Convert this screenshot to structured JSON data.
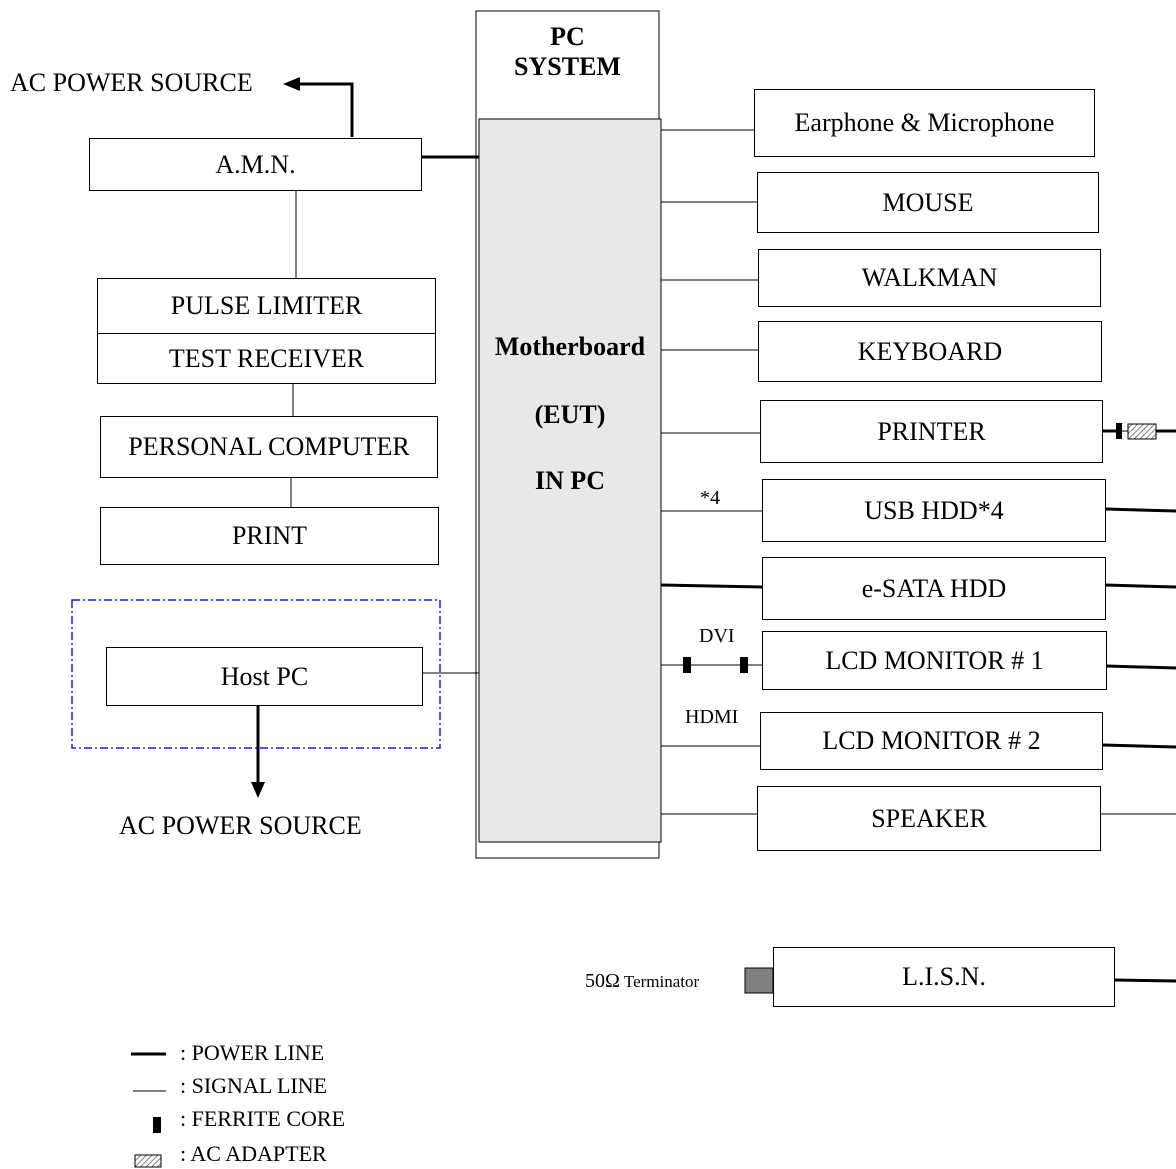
{
  "pc_system": {
    "line1": "PC",
    "line2": "SYSTEM"
  },
  "motherboard": {
    "line1": "Motherboard",
    "line2": "(EUT)",
    "line3": "IN PC"
  },
  "left": {
    "ac_power_top": "AC POWER SOURCE",
    "amn": "A.M.N.",
    "pulse_limiter": "PULSE LIMITER",
    "test_receiver": "TEST RECEIVER",
    "personal_computer": "PERSONAL COMPUTER",
    "print": "PRINT",
    "host_pc": "Host PC",
    "ac_power_bottom": "AC POWER SOURCE"
  },
  "right": {
    "earphone": "Earphone & Microphone",
    "mouse": "MOUSE",
    "walkman": "WALKMAN",
    "keyboard": "KEYBOARD",
    "printer": "PRINTER",
    "usb_hdd": "USB HDD*4",
    "esata": "e-SATA HDD",
    "lcd1": "LCD MONITOR # 1",
    "lcd2": "LCD MONITOR # 2",
    "speaker": "SPEAKER",
    "lisn": "L.I.S.N."
  },
  "line_labels": {
    "usb_count": "*4",
    "dvi": "DVI",
    "hdmi": "HDMI"
  },
  "terminator": {
    "value": "50Ω",
    "label": "Terminator"
  },
  "legend": {
    "power_line": ": POWER LINE",
    "signal_line": ": SIGNAL LINE",
    "ferrite_core": ": FERRITE CORE",
    "ac_adapter": ": AC ADAPTER"
  },
  "colors": {
    "motherboard_fill": "#e8e8e8",
    "host_dash": "#1a1aff",
    "terminator_fill": "#808080"
  }
}
